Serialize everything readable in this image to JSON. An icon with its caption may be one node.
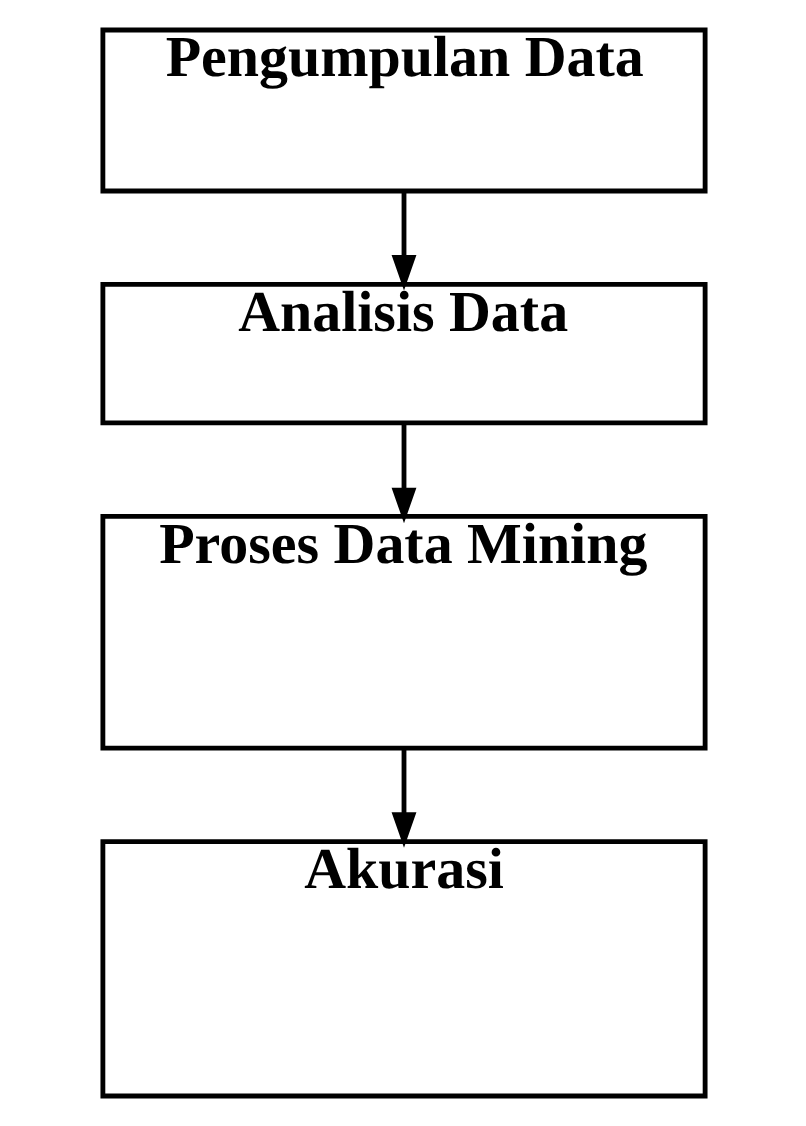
{
  "diagram": {
    "nodes": [
      {
        "text": [
          "Pengumpulan Data"
        ]
      },
      {
        "text": [
          "Analisis Data"
        ]
      },
      {
        "text": [
          "Proses Data Mining"
        ]
      },
      {
        "text": [
          "Akurasi"
        ]
      }
    ],
    "edges": [
      {
        "from": 0,
        "to": 1,
        "arrow": "to"
      },
      {
        "from": 1,
        "to": 2,
        "arrow": "to"
      },
      {
        "from": 2,
        "to": 3,
        "arrow": "to"
      }
    ]
  }
}
